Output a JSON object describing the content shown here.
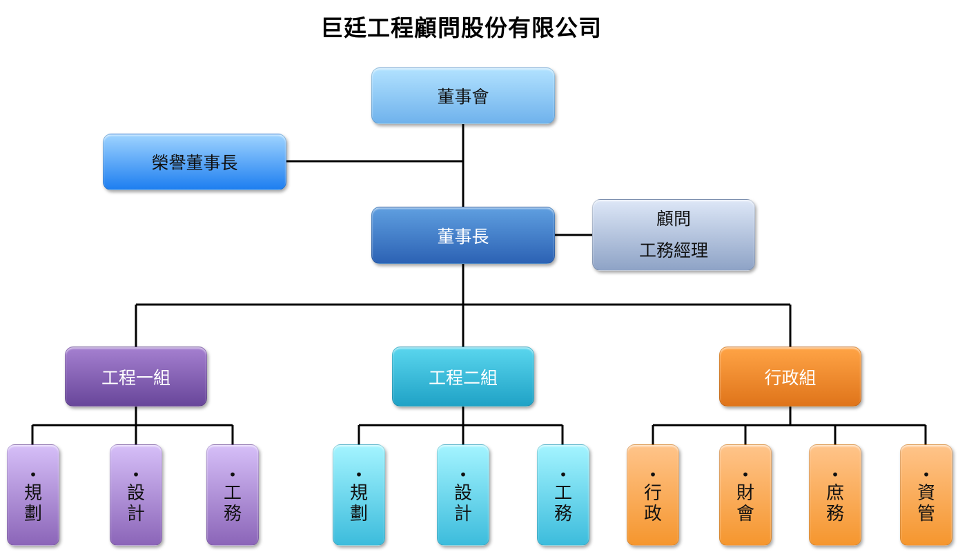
{
  "title": "巨廷工程顧問股份有限公司",
  "board": "董事會",
  "honorary_chairman": "榮譽董事長",
  "chairman": "董事長",
  "advisor": {
    "line1": "顧問",
    "line2": "工務經理"
  },
  "groups": [
    {
      "name": "工程一組",
      "color": "#7b55ab",
      "units": [
        [
          "規",
          "劃"
        ],
        [
          "設",
          "計"
        ],
        [
          "工",
          "務"
        ]
      ]
    },
    {
      "name": "工程二組",
      "color": "#2fb5d6",
      "units": [
        [
          "規",
          "劃"
        ],
        [
          "設",
          "計"
        ],
        [
          "工",
          "務"
        ]
      ]
    },
    {
      "name": "行政組",
      "color": "#f08a2a",
      "units": [
        [
          "行",
          "政"
        ],
        [
          "財",
          "會"
        ],
        [
          "庶",
          "務"
        ],
        [
          "資",
          "管"
        ]
      ]
    }
  ],
  "bullet": "•"
}
